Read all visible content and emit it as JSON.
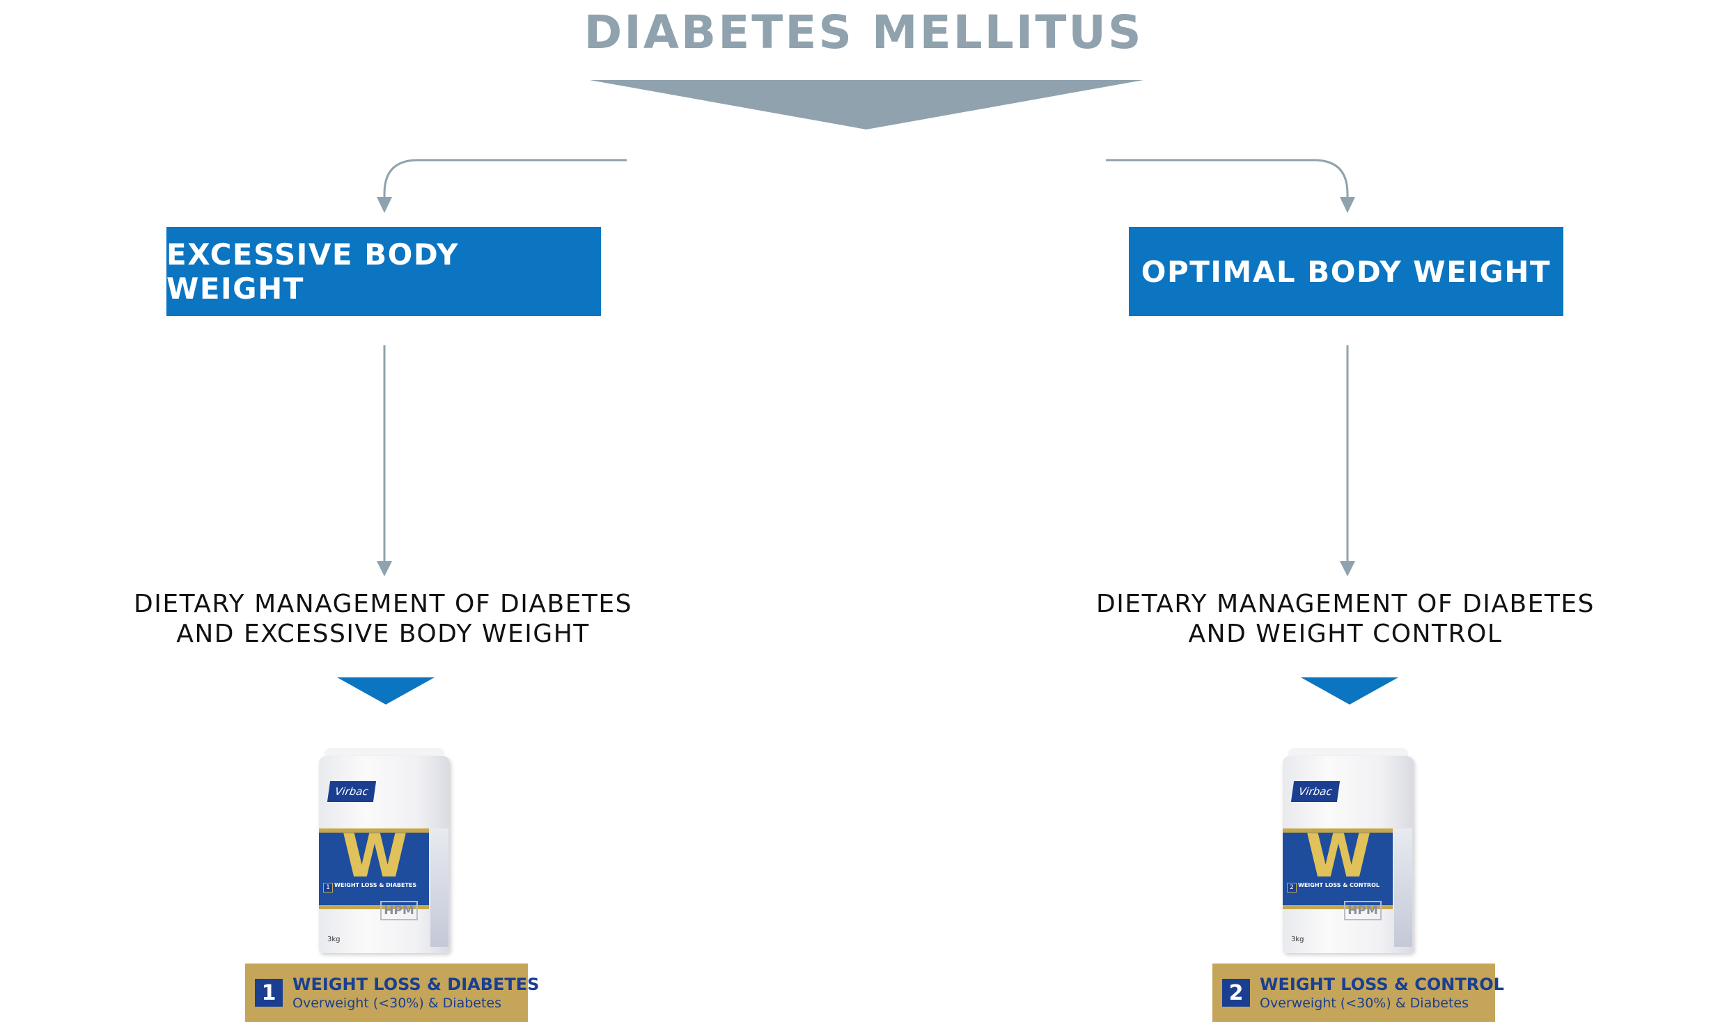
{
  "title": "DIABETES MELLITUS",
  "colors": {
    "title": "#8fa2ae",
    "connector": "#8fa2ae",
    "box": "#0b75c1",
    "chevron": "#0b75c1",
    "label_bg": "#c4a55a",
    "label_text": "#1a3f91"
  },
  "branches": [
    {
      "box_label": "EXCESSIVE BODY WEIGHT",
      "management": [
        "DIETARY MANAGEMENT OF DIABETES",
        "AND EXCESSIVE BODY WEIGHT"
      ],
      "product": {
        "number": "1",
        "name": "WEIGHT LOSS & DIABETES",
        "subtitle": "Overweight (<30%) & Diabetes",
        "bag": {
          "brand": "Virbac",
          "letter": "W",
          "label": "WEIGHT LOSS & DIABETES",
          "mark": "HPM",
          "weight": "3kg"
        }
      }
    },
    {
      "box_label": "OPTIMAL BODY WEIGHT",
      "management": [
        "DIETARY MANAGEMENT OF DIABETES",
        "AND WEIGHT CONTROL"
      ],
      "product": {
        "number": "2",
        "name": "WEIGHT LOSS & CONTROL",
        "subtitle": "Overweight (<30%) & Diabetes",
        "bag": {
          "brand": "Virbac",
          "letter": "W",
          "label": "WEIGHT LOSS & CONTROL",
          "mark": "HPM",
          "weight": "3kg"
        }
      }
    }
  ]
}
